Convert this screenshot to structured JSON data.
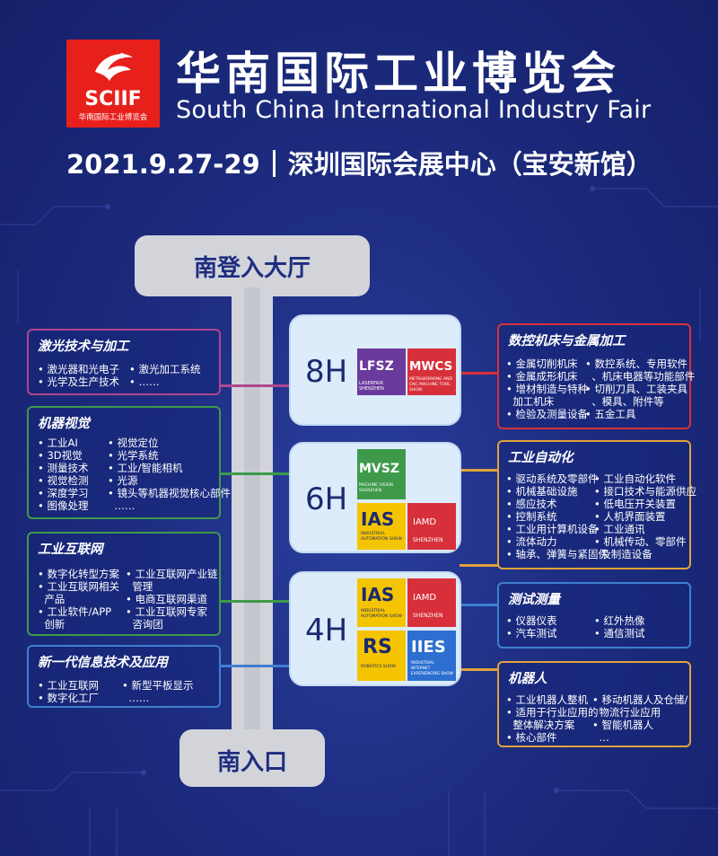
{
  "header": {
    "logo_brand": "SCIIF",
    "logo_sub": "华南国际工业博览会",
    "title_cn": "华南国际工业博览会",
    "title_en": "South China International Industry Fair",
    "date": "2021.9.27-29",
    "venue": "深圳国际会展中心（宝安新馆）"
  },
  "map": {
    "top_entrance": "南登入大厅",
    "bottom_entrance": "南入口"
  },
  "halls": {
    "h8": {
      "label": "8H",
      "tile1": "LFSZ",
      "tile1_sub": "LASERFAIR SHENZHEN",
      "tile2": "MWCS",
      "tile2_sub": "METALWORKING AND CNC MACHINE TOOL SHOW"
    },
    "h6": {
      "label": "6H",
      "tile1": "MVSZ",
      "tile1_sub": "MACHINE VISION SHENZHEN",
      "tile2": "IAS",
      "tile2_sub": "INDUSTRIAL AUTOMATION SHOW",
      "tile3": "IAMD",
      "tile3_sub": "SHENZHEN"
    },
    "h4": {
      "label": "4H",
      "tile1": "IAS",
      "tile1_sub": "INDUSTRIAL AUTOMATION SHOW",
      "tile2": "IAMD",
      "tile2_sub": "SHENZHEN",
      "tile3": "RS",
      "tile3_sub": "ROBOTICS SHOW",
      "tile4": "IIES",
      "tile4_sub": "INDUSTRIAL INTERNET EXPERIENCING SHOW"
    }
  },
  "panels": {
    "laser": {
      "title": "激光技术与加工",
      "items": [
        "激光器和光电子",
        "激光加工系统",
        "光学及生产技术",
        "……"
      ]
    },
    "vision": {
      "title": "机器视觉",
      "items": [
        "工业AI",
        "视觉定位",
        "3D视觉",
        "光学系统",
        "测量技术",
        "工业/智能相机",
        "视觉检测",
        "光源",
        "深度学习",
        "镜头等机器视觉核心部件",
        "图像处理",
        "……"
      ]
    },
    "iiot": {
      "title": "工业互联网",
      "items": [
        "数字化转型方案",
        "工业互联网产业链",
        "管理",
        "工业互联网相关",
        "产品",
        "电商互联网渠道",
        "工业软件/APP",
        "工业互联网专家",
        "创新",
        "咨询团"
      ]
    },
    "it": {
      "title": "新一代信息技术及应用",
      "items": [
        "工业互联网",
        "新型平板显示",
        "数字化工厂",
        "……"
      ]
    },
    "cnc": {
      "title": "数控机床与金属加工",
      "items": [
        "金属切削机床",
        "数控系统、专用软件",
        "金属成形机床",
        "、机床电器等功能部件",
        "增材制造与特种",
        "切削刀具、工装夹具",
        "加工机床",
        "、模具、附件等",
        "检验及测量设备",
        "五金工具"
      ]
    },
    "automation": {
      "title": "工业自动化",
      "items": [
        "驱动系统及零部件",
        "工业自动化软件",
        "机械基础设施",
        "接口技术与能源供应",
        "感应技术",
        "低电压开关装置",
        "控制系统",
        "人机界面装置",
        "工业用计算机设备",
        "工业通讯",
        "流体动力",
        "机械传动、零部件",
        "轴承、弹簧与紧固件",
        "及制造设备"
      ]
    },
    "testing": {
      "title": "测试测量",
      "items": [
        "仪器仪表",
        "红外热像",
        "汽车测试",
        "通信测试"
      ]
    },
    "robot": {
      "title": "机器人",
      "items": [
        "工业机器人整机",
        "移动机器人及仓储/",
        "适用于行业应用的",
        "物流行业应用",
        "整体解决方案",
        "智能机器人",
        "核心部件",
        "…"
      ]
    }
  },
  "colors": {
    "laser": "#b0468c",
    "vision": "#3e9a4a",
    "iiot": "#3e9a4a",
    "it": "#3e7fd0",
    "cnc": "#d8303a",
    "automation": "#e0a23a",
    "testing": "#3e7fd0",
    "robot": "#e0a23a"
  }
}
